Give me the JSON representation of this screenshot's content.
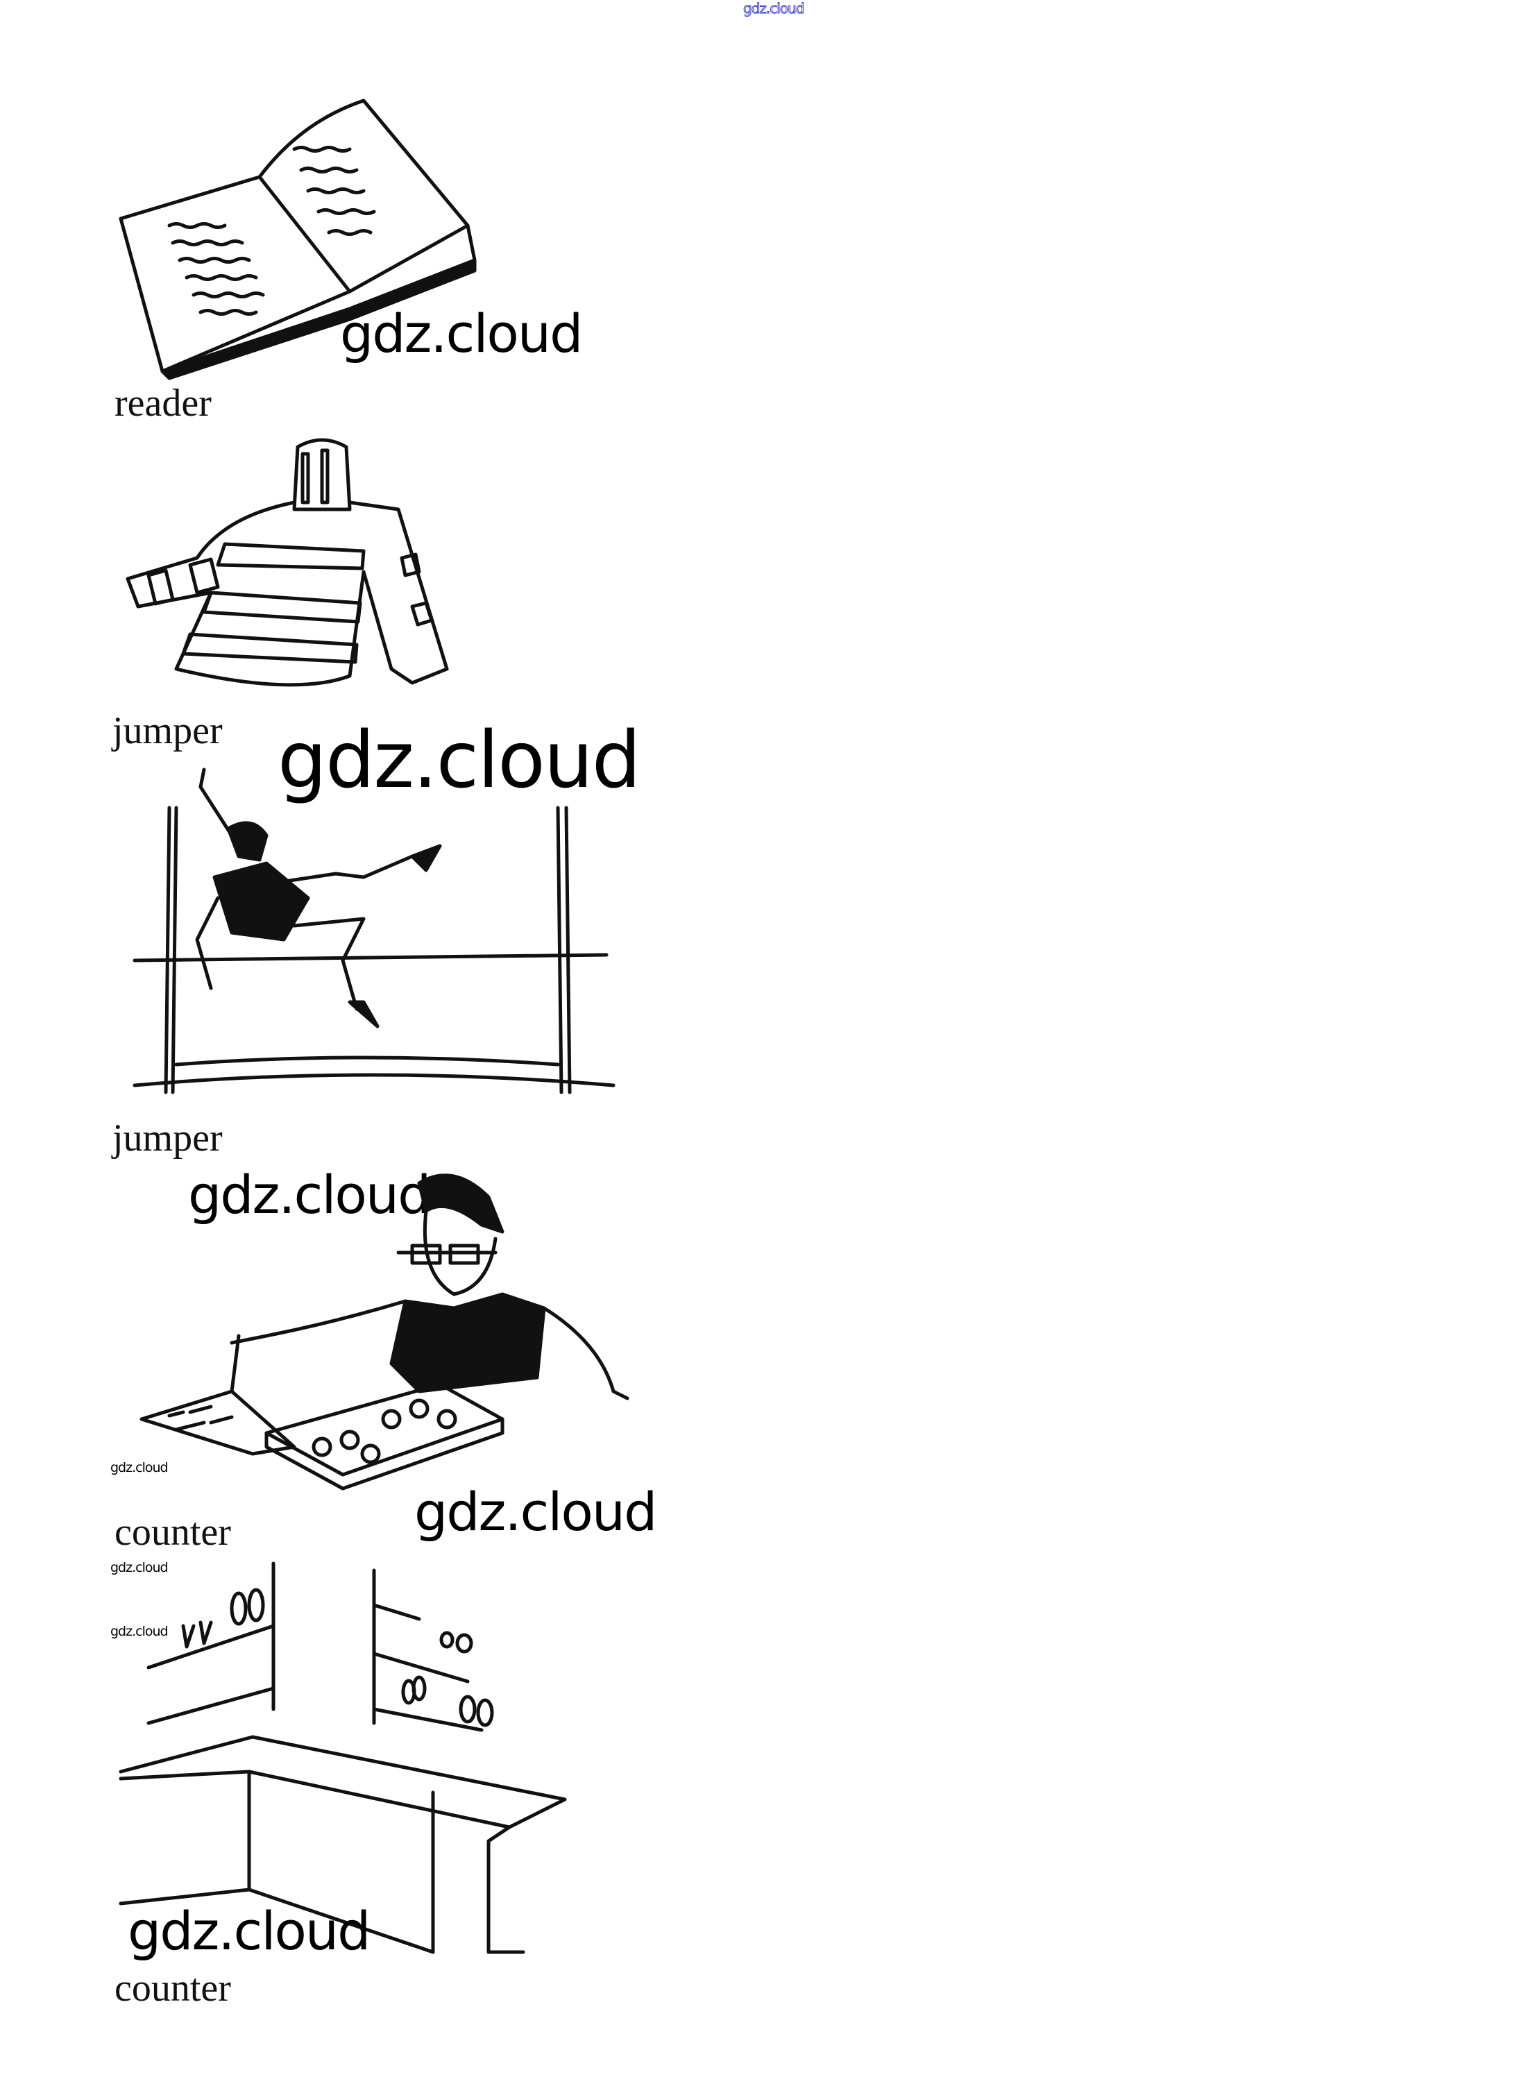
{
  "watermarks": {
    "top": "gdz.cloud",
    "book": "gdz.cloud",
    "sweater": "gdz.cloud",
    "highjump": "gdz.cloud",
    "accountant_small_1": "gdz.cloud",
    "accountant": "gdz.cloud",
    "counter_small_1": "gdz.cloud",
    "counter_small_2": "gdz.cloud",
    "counter": "gdz.cloud"
  },
  "items": [
    {
      "picture": "book",
      "word": "reader"
    },
    {
      "picture": "sweater",
      "word": "jumper"
    },
    {
      "picture": "high-jumper",
      "word": "jumper"
    },
    {
      "picture": "accountant-with-abacus",
      "word": "counter"
    },
    {
      "picture": "shop-counter",
      "word": "counter"
    }
  ]
}
